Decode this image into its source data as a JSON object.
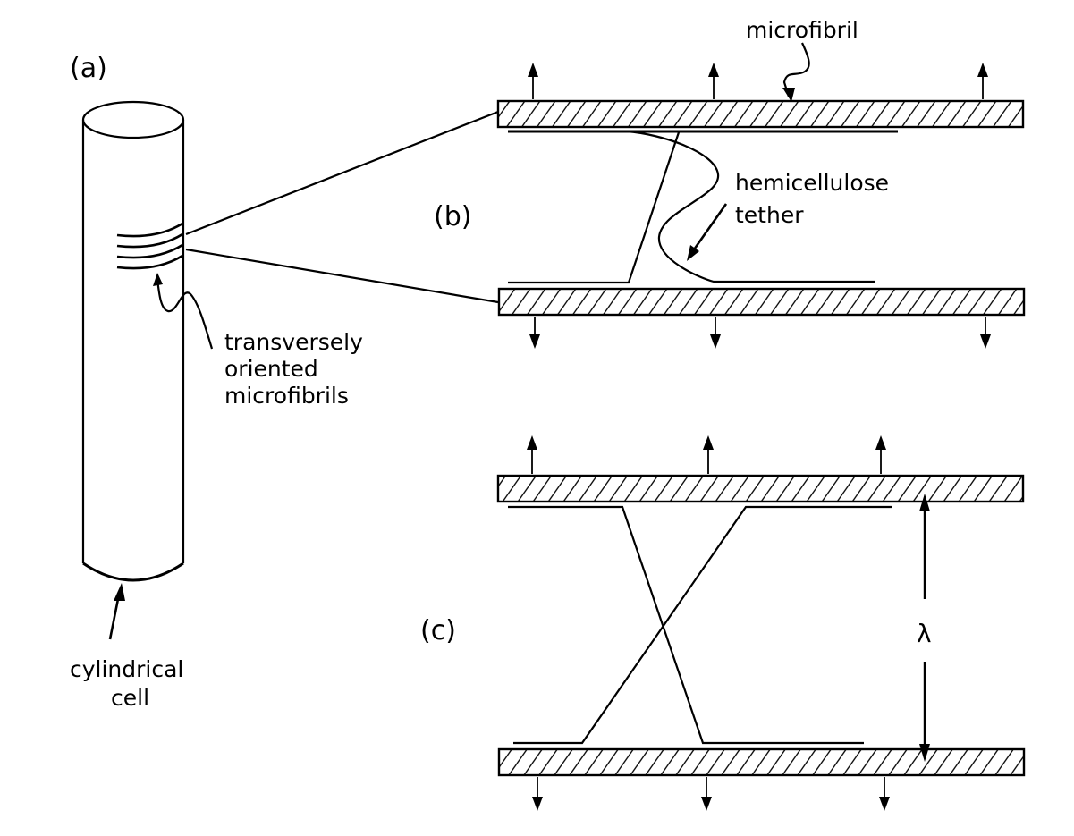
{
  "panels": {
    "a": {
      "label": "(a)",
      "microfibrils_label": [
        "transversely",
        "oriented",
        "microfibrils"
      ],
      "cell_label": [
        "cylindrical",
        "cell"
      ]
    },
    "b": {
      "label": "(b)",
      "microfibril_label": "microfibril",
      "tether_label": [
        "hemicellulose",
        "tether"
      ]
    },
    "c": {
      "label": "(c)",
      "spacing_label": "λ"
    }
  }
}
